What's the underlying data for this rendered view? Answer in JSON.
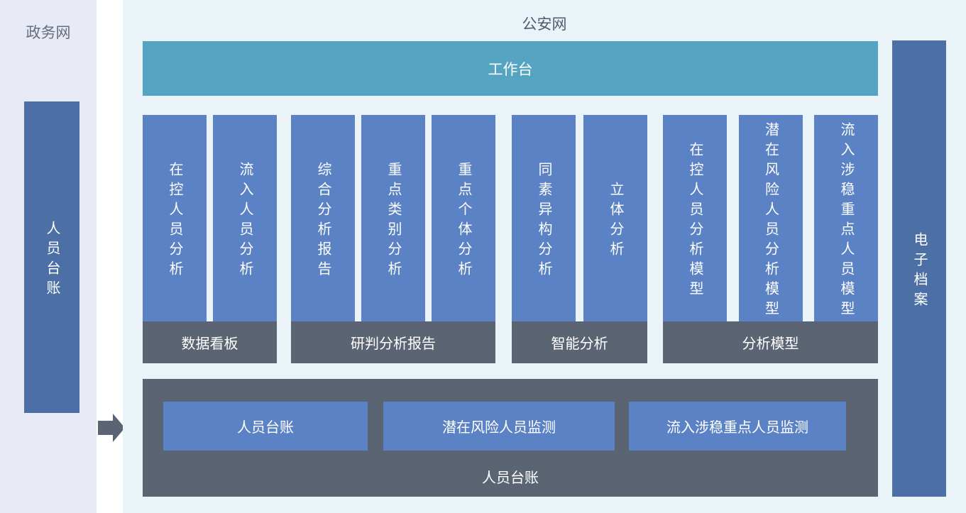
{
  "colors": {
    "left_panel_bg": "#e8ebf5",
    "main_panel_bg": "#e9f3f8",
    "workbench_teal": "#55a4c2",
    "module_blue": "#5b82c4",
    "side_bar_blue": "#4c70a6",
    "label_gray": "#5b6472",
    "title_text": "#505c6e",
    "white_text": "#ffffff"
  },
  "icons": {
    "flow_arrow": "right-arrow"
  },
  "left_panel": {
    "title": "政务网",
    "bar_label": "人员台账"
  },
  "main_panel": {
    "title": "公安网",
    "workbench_label": "工作台",
    "groups": [
      {
        "label": "数据看板",
        "bars": [
          "在控人员分析",
          "流入人员分析"
        ]
      },
      {
        "label": "研判分析报告",
        "bars": [
          "综合分析报告",
          "重点类别分析",
          "重点个体分析"
        ]
      },
      {
        "label": "智能分析",
        "bars": [
          "同素异构分析",
          "立体分析"
        ]
      },
      {
        "label": "分析模型",
        "bars": [
          "在控人员分析模型",
          "潜在风险人员分析模型",
          "流入涉稳重点人员模型"
        ]
      }
    ],
    "bottom_panel": {
      "label": "人员台账",
      "buttons": [
        "人员台账",
        "潜在风险人员监测",
        "流入涉稳重点人员监测"
      ]
    }
  },
  "right_bar_label": "电子档案"
}
